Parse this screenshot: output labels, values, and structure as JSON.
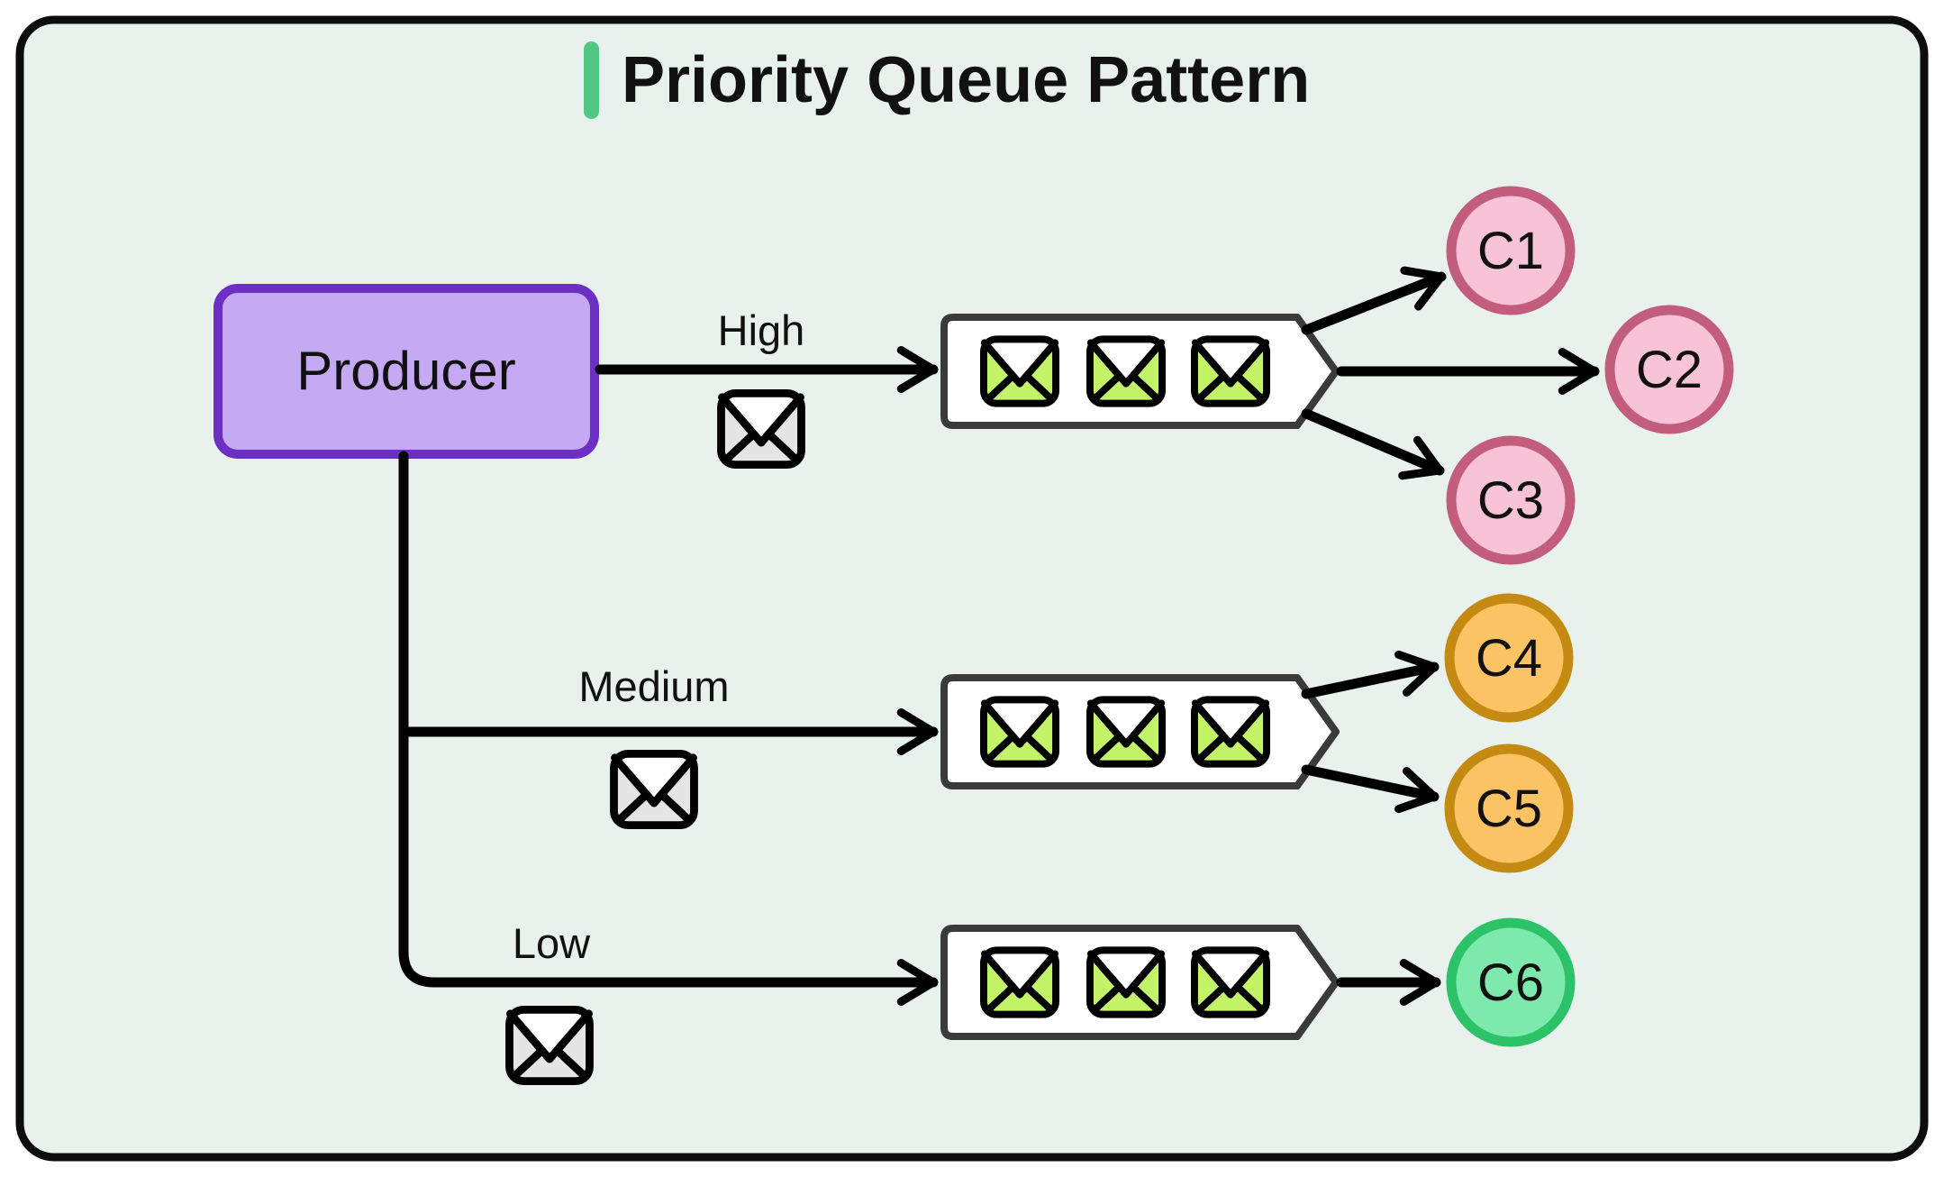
{
  "title": {
    "text": "Priority Queue Pattern"
  },
  "producer": {
    "label": "Producer"
  },
  "queues": [
    {
      "id": "high",
      "label": "High",
      "message_count": 3,
      "consumers": [
        "C1",
        "C2",
        "C3"
      ]
    },
    {
      "id": "medium",
      "label": "Medium",
      "message_count": 3,
      "consumers": [
        "C4",
        "C5"
      ]
    },
    {
      "id": "low",
      "label": "Low",
      "message_count": 3,
      "consumers": [
        "C6"
      ]
    }
  ],
  "consumers": [
    {
      "label": "C1",
      "priority": "high"
    },
    {
      "label": "C2",
      "priority": "high"
    },
    {
      "label": "C3",
      "priority": "high"
    },
    {
      "label": "C4",
      "priority": "medium"
    },
    {
      "label": "C5",
      "priority": "medium"
    },
    {
      "label": "C6",
      "priority": "low"
    }
  ],
  "icons": {
    "queue_message": "envelope-icon",
    "loose_message": "envelope-icon"
  },
  "colors": {
    "background": "#ffffff",
    "panel_bg": "#e8f1ec",
    "panel_border": "#0d0d0d",
    "accent_green": "#52c783",
    "text": "#111111",
    "line": "#000000",
    "producer_fill": "#c5a9f3",
    "producer_border": "#6b2fc4",
    "queue_fill": "#ffffff",
    "queue_border": "#3a3a3a",
    "env_green": "#c3f468",
    "env_gray": "#e5e5e5",
    "pink_fill": "#f9c3d7",
    "pink_border": "#c25d7e",
    "orange_fill": "#fbc364",
    "orange_border": "#c58a12",
    "green_fill": "#7ee9ac",
    "green_border": "#2cc268"
  }
}
